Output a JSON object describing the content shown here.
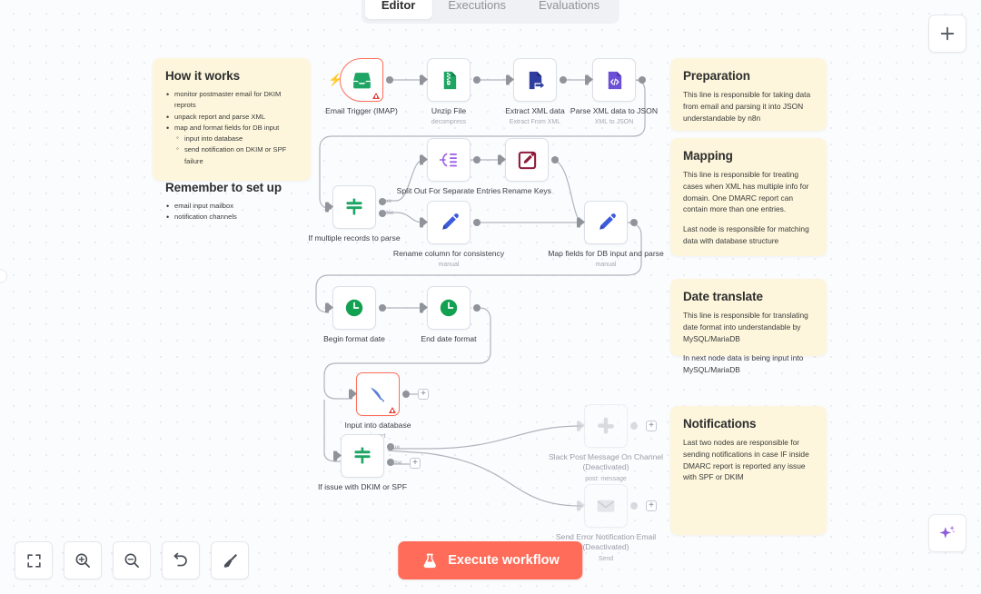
{
  "tabs": [
    {
      "label": "Editor",
      "active": true
    },
    {
      "label": "Executions",
      "active": false
    },
    {
      "label": "Evaluations",
      "active": false
    }
  ],
  "sticky_notes": [
    {
      "id": "how-it-works",
      "title": "How it works",
      "items": [
        {
          "text": "monitor postmaster email for DKIM reprots",
          "sub": false
        },
        {
          "text": "unpack report and parse XML",
          "sub": false
        },
        {
          "text": "map and format fields for DB input",
          "sub": false
        },
        {
          "text": "input into database",
          "sub": true
        },
        {
          "text": "send notification on DKIM or SPF failure",
          "sub": true
        }
      ],
      "title2": "Remember to set up",
      "items2": [
        {
          "text": "email input mailbox",
          "sub": false
        },
        {
          "text": "notification channels",
          "sub": false
        }
      ]
    },
    {
      "id": "preparation",
      "title": "Preparation",
      "paragraphs": [
        "This line is responsible for taking data from email and parsing it into JSON understandable by n8n"
      ]
    },
    {
      "id": "mapping",
      "title": "Mapping",
      "paragraphs": [
        "This line is responsible for treating cases when XML has multiple info for domain. One DMARC report can contain more than one entries.",
        "Last node is responsible for matching data with database structure"
      ]
    },
    {
      "id": "date-translate",
      "title": "Date translate",
      "paragraphs": [
        "This line is responsible for translating date format into understandable by MySQL/MariaDB",
        "In next node data is being input into MySQL/MariaDB"
      ]
    },
    {
      "id": "notifications",
      "title": "Notifications",
      "paragraphs": [
        "Last two nodes are responsible for sending notifications in case IF inside DMARC report is reported any issue with SPF or DKIM"
      ]
    }
  ],
  "nodes": [
    {
      "id": "email-trigger",
      "label": "Email Trigger (IMAP)",
      "subtitle": "",
      "icon": "inbox-icon",
      "state": "error"
    },
    {
      "id": "unzip-file",
      "label": "Unzip File",
      "subtitle": "decompress",
      "icon": "zip-file-icon",
      "state": "normal"
    },
    {
      "id": "extract-xml",
      "label": "Extract XML data",
      "subtitle": "Extract From XML",
      "icon": "extract-file-icon",
      "state": "normal"
    },
    {
      "id": "parse-xml-json",
      "label": "Parse XML data to JSON",
      "subtitle": "XML to JSON",
      "icon": "code-file-icon",
      "state": "normal"
    },
    {
      "id": "if-multiple",
      "label": "If multiple records to parse",
      "subtitle": "",
      "icon": "filter-icon",
      "state": "normal"
    },
    {
      "id": "split-out",
      "label": "Split Out For Separate Entries",
      "subtitle": "",
      "icon": "split-out-icon",
      "state": "normal"
    },
    {
      "id": "rename-keys",
      "label": "Rename Keys",
      "subtitle": "",
      "icon": "edit-square-icon",
      "state": "normal"
    },
    {
      "id": "rename-column",
      "label": "Rename column for consistency",
      "subtitle": "manual",
      "icon": "pencil-icon",
      "state": "normal"
    },
    {
      "id": "map-fields",
      "label": "Map fields for DB input and parse",
      "subtitle": "manual",
      "icon": "pencil-icon",
      "state": "normal"
    },
    {
      "id": "begin-format",
      "label": "Begin format date",
      "subtitle": "",
      "icon": "clock-icon",
      "state": "normal"
    },
    {
      "id": "end-format",
      "label": "End date format",
      "subtitle": "",
      "icon": "clock-icon",
      "state": "normal"
    },
    {
      "id": "input-db",
      "label": "Input into database",
      "subtitle": "insert",
      "icon": "mysql-dolphin-icon",
      "state": "error"
    },
    {
      "id": "if-dkim-spf",
      "label": "If issue with DKIM or SPF",
      "subtitle": "",
      "icon": "filter-icon",
      "state": "normal"
    },
    {
      "id": "slack-post",
      "label": "Slack Post Message On Channel (Deactivated)",
      "subtitle": "post: message",
      "icon": "slack-icon",
      "state": "deactivated"
    },
    {
      "id": "send-email",
      "label": "Send Error Notification Email (Deactivated)",
      "subtitle": "Send",
      "icon": "envelope-icon",
      "state": "deactivated"
    }
  ],
  "branch_labels": {
    "true": "true",
    "false": "false"
  },
  "toolbar": [
    {
      "id": "zoom-to-fit",
      "icon": "fit-screen-icon"
    },
    {
      "id": "zoom-in",
      "icon": "zoom-in-icon"
    },
    {
      "id": "zoom-out",
      "icon": "zoom-out-icon"
    },
    {
      "id": "reset-zoom",
      "icon": "undo-icon"
    },
    {
      "id": "tidy-up",
      "icon": "broom-icon"
    }
  ],
  "execute_button": {
    "label": "Execute workflow",
    "icon": "flask-icon",
    "color": "#ff6d5a"
  },
  "add_button": {
    "icon": "plus-icon"
  },
  "ai_button": {
    "icon": "ai-sparkle-icon"
  },
  "colors": {
    "accent": "#ff6d5a",
    "error": "#e8413a",
    "canvas_bg": "#fbfcfe",
    "sticky_bg": "#fdf6dc",
    "edge": "#b0b4bd"
  }
}
